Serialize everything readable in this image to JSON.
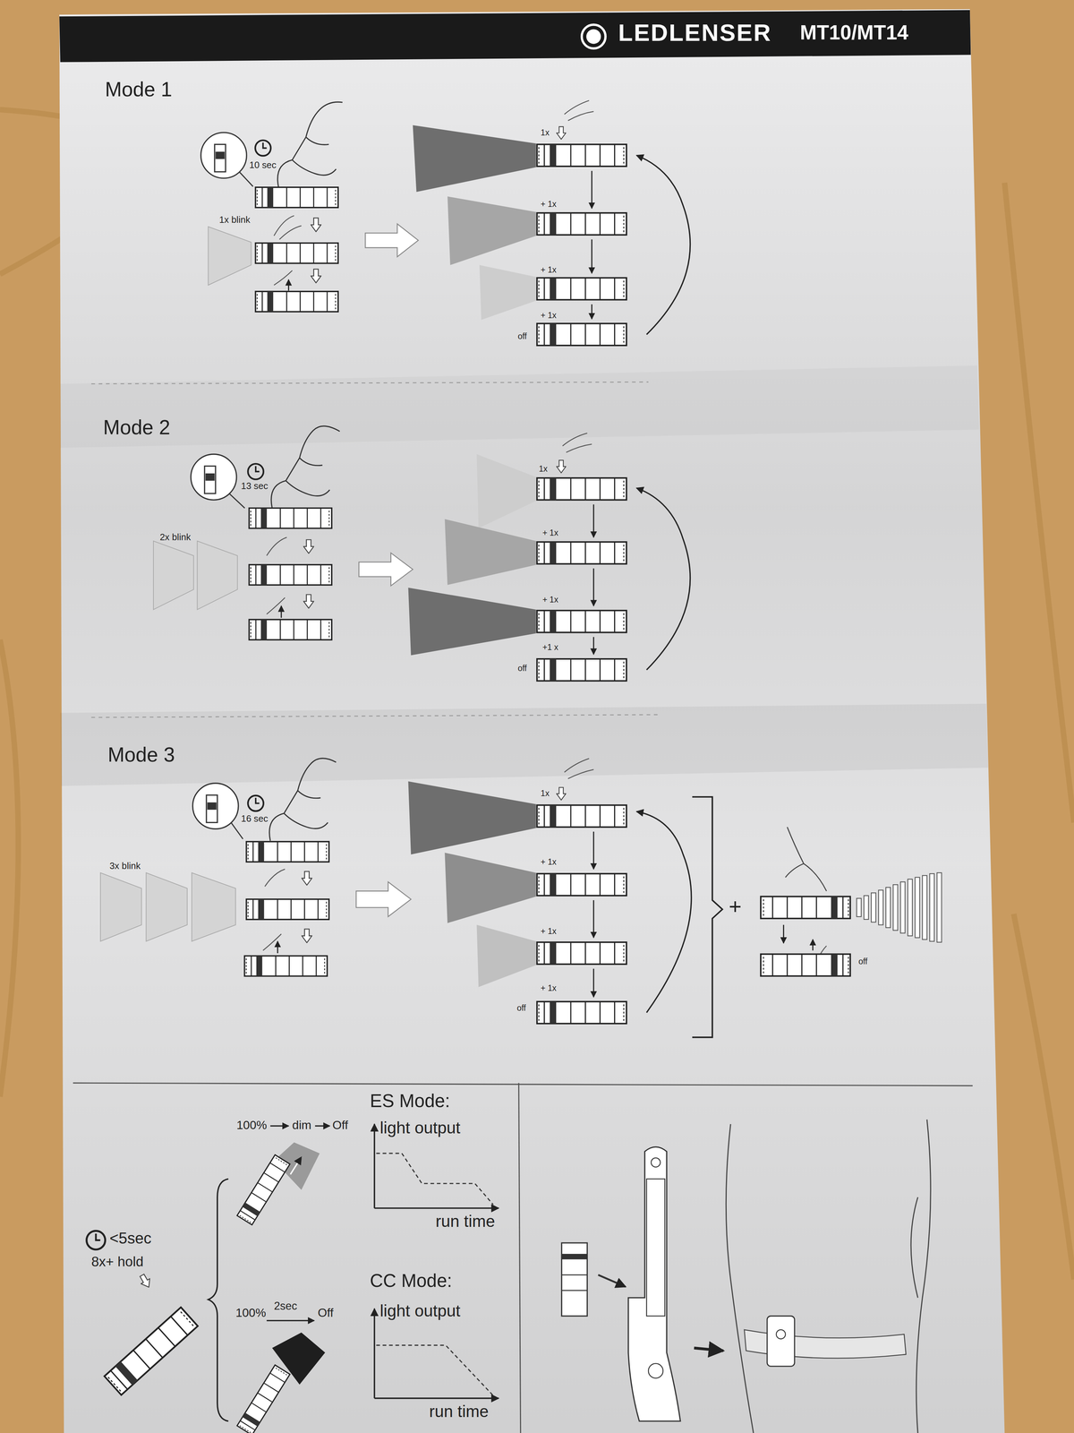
{
  "diagram": {
    "labels": [
      "LEDLENSER",
      "MT10/MT14",
      "Mode 1",
      "10 sec",
      "1x blink",
      "1x",
      "+ 1x",
      "+ 1x",
      "+ 1x",
      "off",
      "Mode 2",
      "13 sec",
      "2x blink",
      "1x",
      "+ 1x",
      "+ 1x",
      "+1 x",
      "off",
      "Mode 3",
      "16 sec",
      "3x blink",
      "1x",
      "+ 1x",
      "+ 1x",
      "+ 1x",
      "off",
      "+",
      "off",
      "100%",
      "dim",
      "Off",
      "ES Mode:",
      "light output",
      "run time",
      "<5sec",
      "8x+ hold",
      "100%",
      "2sec",
      "Off",
      "CC Mode:",
      "light output",
      "run time"
    ]
  }
}
